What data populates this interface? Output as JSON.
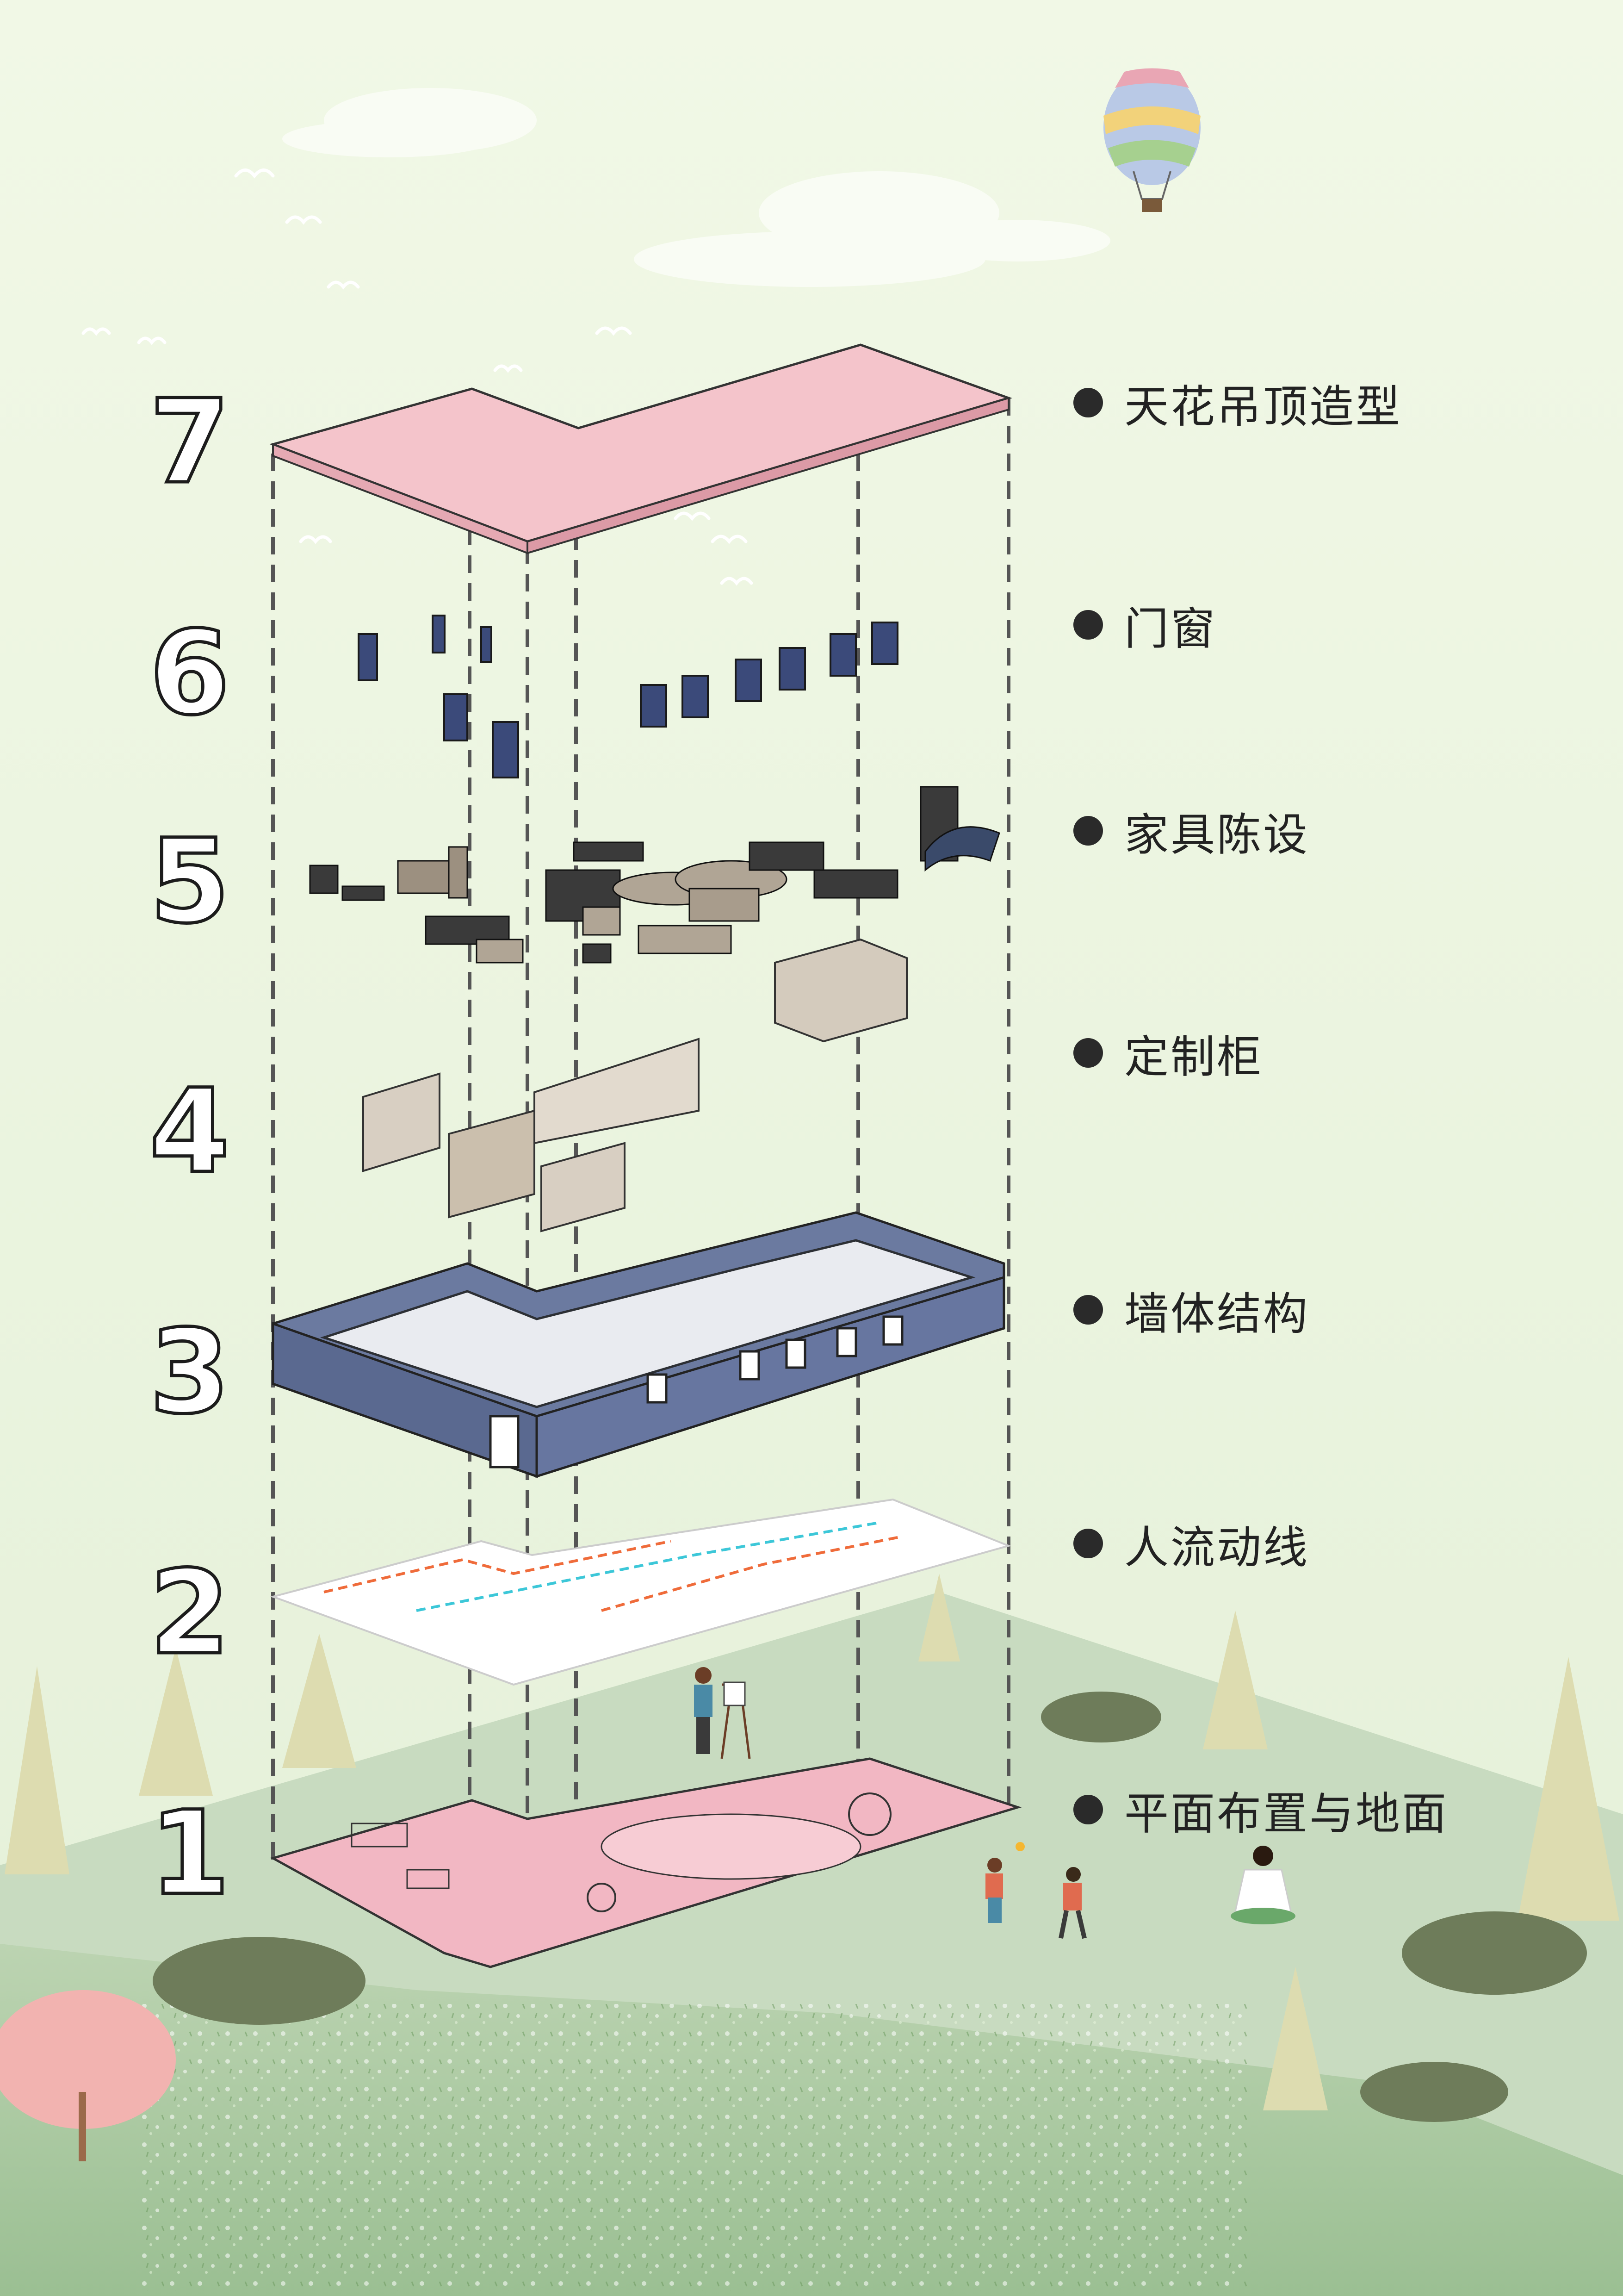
{
  "layers": [
    {
      "number": "7",
      "label": "天花吊顶造型"
    },
    {
      "number": "6",
      "label": "门窗"
    },
    {
      "number": "5",
      "label": "家具陈设"
    },
    {
      "number": "4",
      "label": "定制柜"
    },
    {
      "number": "3",
      "label": "墙体结构"
    },
    {
      "number": "2",
      "label": "人流动线"
    },
    {
      "number": "1",
      "label": "平面布置与地面"
    }
  ],
  "colors": {
    "sky": "#eef6e4",
    "ground": "#c9dcc2",
    "ceiling": "#f4c4cb",
    "wall_structure": "#6b7aa0",
    "floor_plan": "#f2b7c3",
    "dashed_guides": "#555555",
    "circulation_primary": "#ef6b3a",
    "circulation_secondary": "#3cc7d8"
  },
  "icons": [
    "hot-air-balloon-icon",
    "bird-icon",
    "tree-icon",
    "shrub-icon",
    "person-icon"
  ]
}
